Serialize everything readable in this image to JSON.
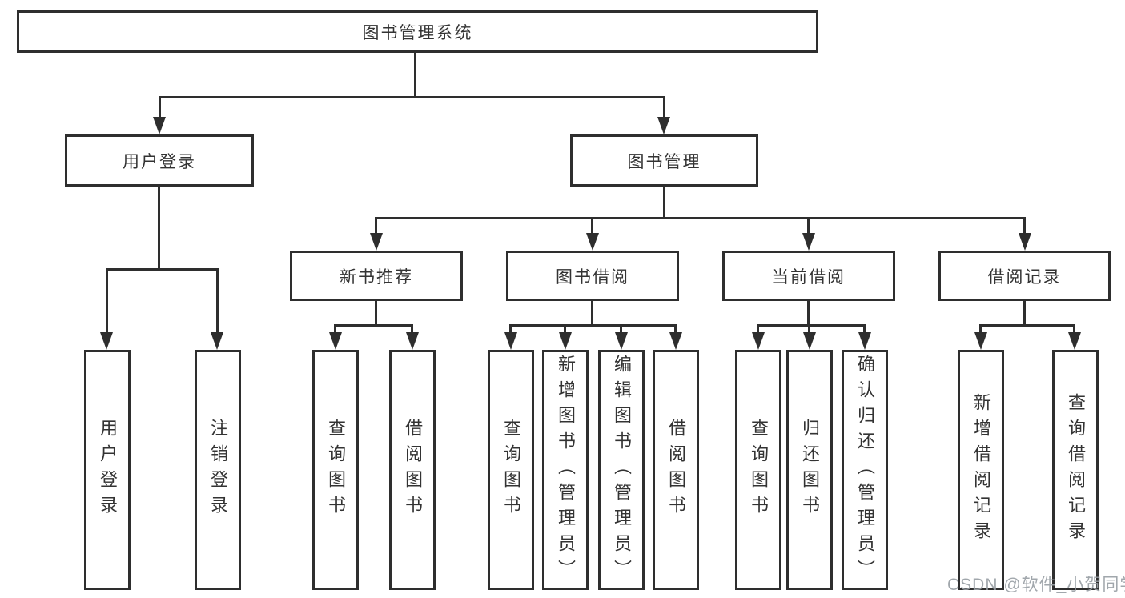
{
  "diagram": {
    "root": {
      "label": "图书管理系统"
    },
    "level2": [
      {
        "label": "用户登录"
      },
      {
        "label": "图书管理"
      }
    ],
    "level3": [
      {
        "label": "新书推荐"
      },
      {
        "label": "图书借阅"
      },
      {
        "label": "当前借阅"
      },
      {
        "label": "借阅记录"
      }
    ],
    "leaves": {
      "user_login": [
        "用户登录",
        "注销登录"
      ],
      "new_book_rec": [
        "查询图书",
        "借阅图书"
      ],
      "book_borrow": [
        "查询图书",
        "新增图书（管理员）",
        "编辑图书（管理员）",
        "借阅图书"
      ],
      "current_borrow": [
        "查询图书",
        "归还图书",
        "确认归还（管理员）"
      ],
      "borrow_record": [
        "新增借阅记录",
        "查询借阅记录"
      ]
    }
  },
  "watermark": "CSDN @软件_小贺同学",
  "colors": {
    "line": "#2e2e2e",
    "text": "#333333",
    "watermark": "#9aa0a6",
    "box_bg": "#ffffff"
  }
}
